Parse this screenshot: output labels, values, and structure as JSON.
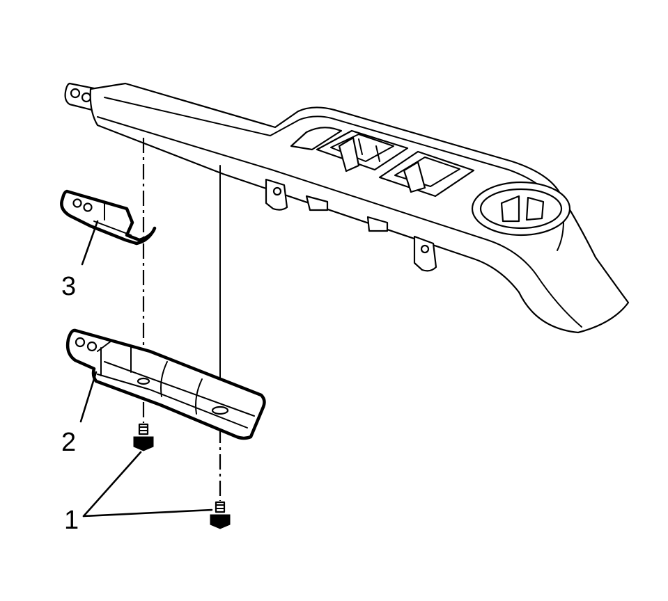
{
  "callouts": {
    "fastener": "1",
    "lower_panel": "2",
    "bracket": "3"
  },
  "colors": {
    "line": "#000000",
    "background": "#ffffff"
  }
}
